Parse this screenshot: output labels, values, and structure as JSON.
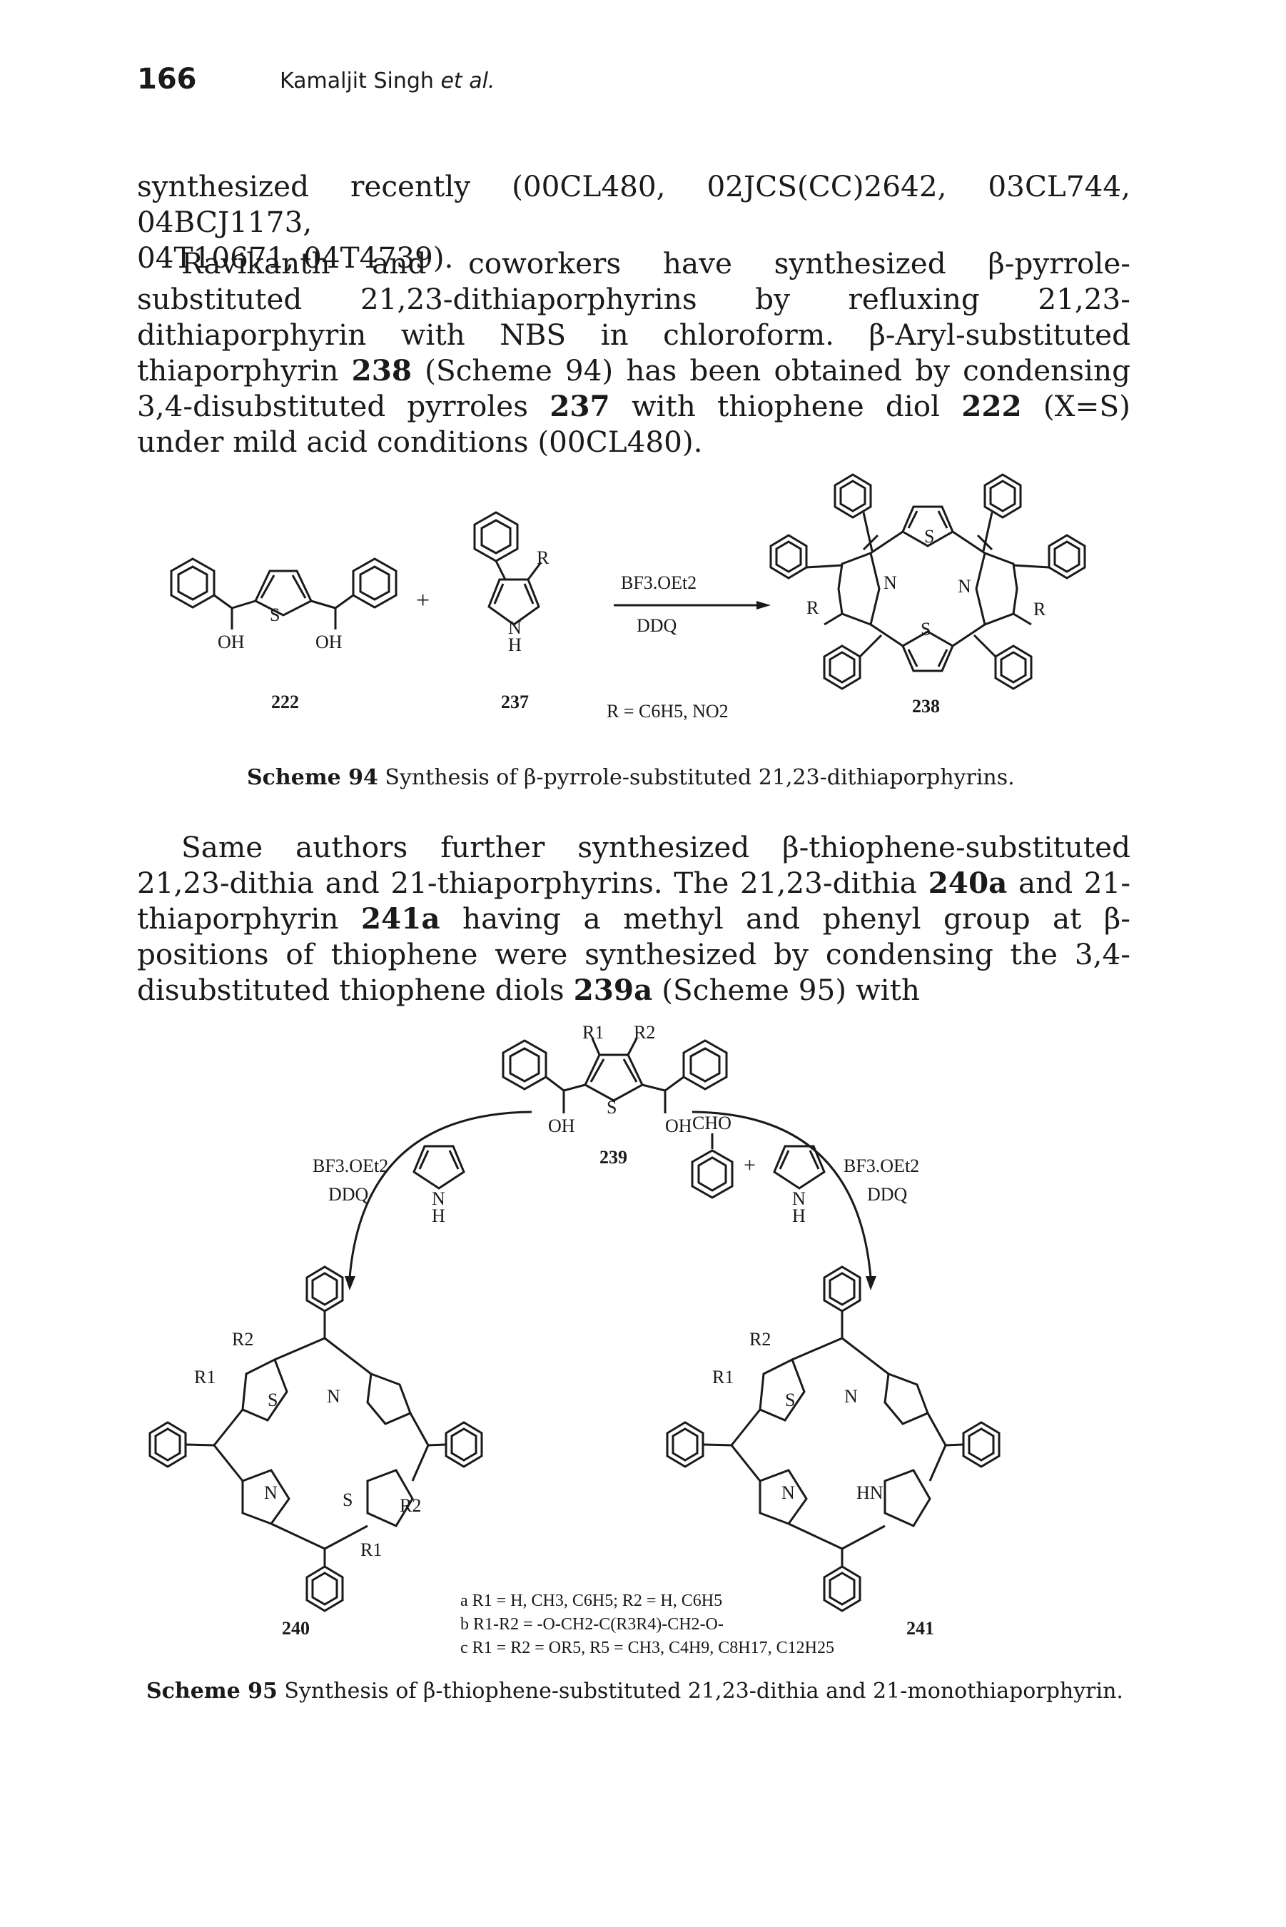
{
  "header": {
    "page_number": "166",
    "author": "Kamaljit Singh",
    "author_suffix": "et al."
  },
  "paragraph1": {
    "line1": "synthesized recently (00CL480, 02JCS(CC)2642, 03CL744, 04BCJ1173,",
    "line2": "04T10671, 04T4739)."
  },
  "paragraph2": {
    "text_a": "Ravikanth and coworkers have synthesized β-pyrrole-substituted 21,23-dithiaporphyrins by refluxing 21,23-dithiaporphyrin with NBS in chloroform. β-Aryl-substituted thiaporphyrin ",
    "cpd_238": "238",
    "text_b": " (Scheme 94) has been obtained by condensing 3,4-disubstituted pyrroles ",
    "cpd_237": "237",
    "text_c": " with thiophene diol ",
    "cpd_222": "222",
    "text_d": " (X=S) under mild acid conditions (00CL480)."
  },
  "scheme94": {
    "oh_left": "OH",
    "oh_right": "OH",
    "s_label": "S",
    "plus": "+",
    "r_label": "R",
    "nh_n": "N",
    "nh_h": "H",
    "reagent_top": "BF3.OEt2",
    "reagent_bottom": "DDQ",
    "r_def": "R = C6H5, NO2",
    "cpd_left": "222",
    "cpd_mid": "237",
    "cpd_right": "238",
    "prod_n": "N",
    "prod_s": "S",
    "prod_r": "R",
    "caption_label": "Scheme 94",
    "caption_text": " Synthesis of β-pyrrole-substituted 21,23-dithiaporphyrins."
  },
  "paragraph3": {
    "text_a": "Same authors further synthesized β-thiophene-substituted 21,23-dithia and 21-thiaporphyrins. The 21,23-dithia ",
    "cpd_240a": "240a",
    "text_b": " and 21-thiaporphyrin ",
    "cpd_241a": "241a",
    "text_c": " having a methyl and phenyl group at β-positions of thiophene were synthesized by condensing the 3,4-disubstituted thiophene diols ",
    "cpd_239a": "239a",
    "text_d": " (Scheme 95) with"
  },
  "scheme95": {
    "r1": "R1",
    "r2": "R2",
    "s_label": "S",
    "oh": "OH",
    "cpd_top": "239",
    "reagent_left_top": "BF3.OEt2",
    "reagent_left_bottom": "DDQ",
    "reagent_right_top": "BF3.OEt2",
    "reagent_right_bottom": "DDQ",
    "cho": "CHO",
    "plus": "+",
    "n": "N",
    "h": "H",
    "hn": "HN",
    "cpd_left": "240",
    "cpd_right": "241",
    "def_a": "a R1 = H, CH3, C6H5; R2 = H, C6H5",
    "def_b": "b R1-R2 = -O-CH2-C(R3R4)-CH2-O-",
    "def_c": "c R1 = R2 = OR5, R5 = CH3, C4H9, C8H17, C12H25",
    "caption_label": "Scheme 95",
    "caption_text": " Synthesis of β-thiophene-substituted 21,23-dithia and 21-monothiaporphyrin."
  }
}
